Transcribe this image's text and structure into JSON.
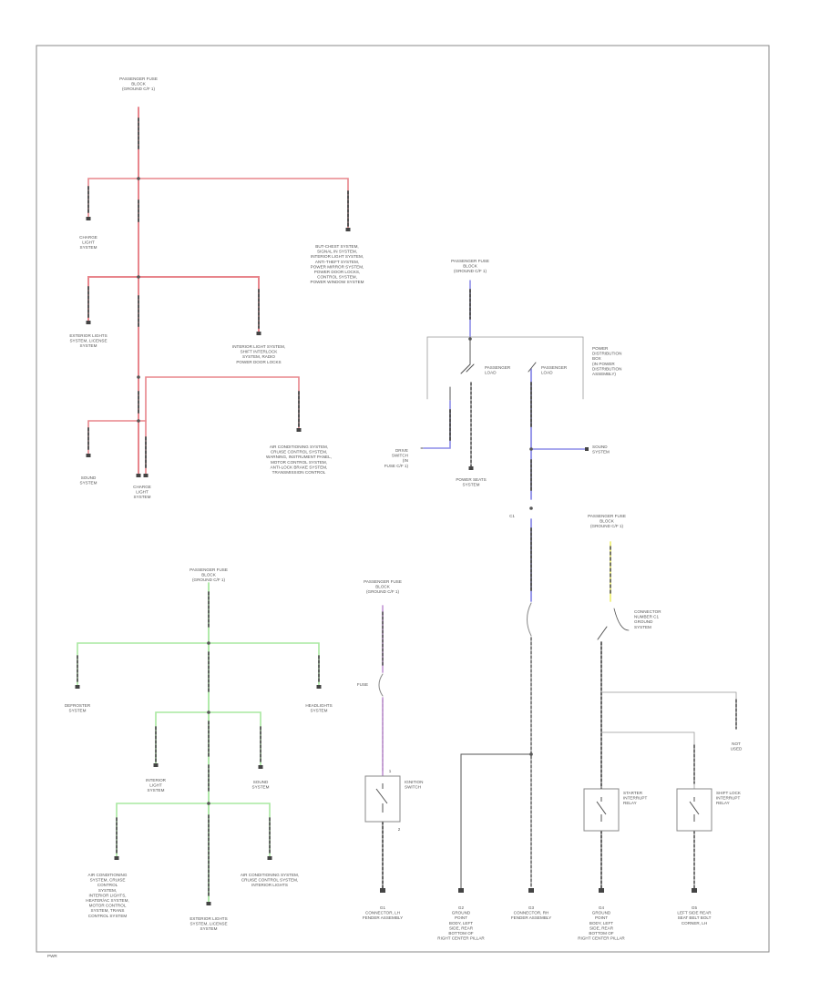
{
  "colors": {
    "frame": "#8a8a8a",
    "ground": "#444444",
    "wire_dark": "#555555",
    "splice_line": "#999999",
    "red_wire": "#e8858c",
    "green_wire": "#a8e8a0",
    "blue_wire": "#8c8ce8",
    "yellow_wire": "#f0f07a",
    "purple_wire": "#c8a0d8"
  },
  "labels": {
    "red_source": [
      "PASSENGER FUSE",
      "BLOCK",
      "(GROUND C/F 1)"
    ],
    "red_left1": [
      "CHARGE",
      "LIGHT",
      "SYSTEM"
    ],
    "red_right1": [
      "BUT-CHEST SYSTEM,",
      "SIGNAL IN SYSTEM,",
      "INTERIOR LIGHT SYSTEM,",
      "ANTI-THEFT SYSTEM,",
      "POWER MIRROR SYSTEM,",
      "POWER DOOR LOCKS,",
      "CONTROL SYSTEM,",
      "POWER WINDOW SYSTEM"
    ],
    "red_left2": [
      "EXTERIOR LIGHTS",
      "SYSTEM, LICENSE",
      "SYSTEM"
    ],
    "red_right2": [
      "INTERIOR LIGHT SYSTEM,",
      "SHIFT INTERLOCK",
      "SYSTEM, RADIO",
      "POWER DOOR LOCKS"
    ],
    "red_left3": [
      "SOUND",
      "SYSTEM"
    ],
    "red_center3": [
      "CHARGE",
      "LIGHT",
      "SYSTEM"
    ],
    "red_right3": [
      "AIR CONDITIONING SYSTEM,",
      "CRUISE CONTROL SYSTEM,",
      "WARNING, INSTRUMENT PANEL,",
      "MOTOR CONTROL SYSTEM,",
      "ANTI-LOCK BRAKE SYSTEM,",
      "TRANSMISSION CONTROL"
    ],
    "blue_source": [
      "PASSENGER FUSE",
      "BLOCK",
      "(GROUND C/F 1)"
    ],
    "blue_left_sw": [
      "PASSENGER",
      "LOAD"
    ],
    "blue_right_sw": [
      "PASSENGER",
      "LOAD"
    ],
    "blue_right_box": [
      "POWER",
      "DISTRIBUTION",
      "BOX",
      "(IN POWER",
      "DISTRIBUTION",
      "ASSEMBLY)"
    ],
    "blue_left_end": [
      "DRIVE",
      "SWITCH",
      "(IN",
      "FUSE C/F 1)"
    ],
    "blue_power_seat": [
      "POWER SEATS",
      "SYSTEM"
    ],
    "blue_sound": [
      "SOUND",
      "SYSTEM"
    ],
    "blue_connector": "C1",
    "yellow_source": [
      "PASSENGER FUSE",
      "BLOCK",
      "(GROUND C/F 1)"
    ],
    "yellow_note": [
      "CONNECTOR",
      "NUMBER C1",
      "GROUND",
      "SYSTEM"
    ],
    "yellow_not_used": [
      "NOT",
      "USED"
    ],
    "green_source": [
      "PASSENGER FUSE",
      "BLOCK",
      "(GROUND C/F 1)"
    ],
    "green_left1": [
      "DEFROSTER",
      "SYSTEM"
    ],
    "green_right1": [
      "HEADLIGHTS",
      "SYSTEM"
    ],
    "green_mid_left": [
      "INTERIOR",
      "LIGHT",
      "SYSTEM"
    ],
    "green_mid_right": [
      "SOUND",
      "SYSTEM"
    ],
    "green_bottom_left": [
      "AIR CONDITIONING",
      "SYSTEM, CRUISE",
      "CONTROL",
      "SYSTEM,",
      "INTERIOR LIGHTS,",
      "HEATER/AC SYSTEM,",
      "MOTOR CONTROL",
      "SYSTEM, TRANS",
      "CONTROL SYSTEM"
    ],
    "green_bottom_center": [
      "EXTERIOR LIGHTS",
      "SYSTEM, LICENSE",
      "SYSTEM"
    ],
    "green_bottom_right": [
      "AIR CONDITIONING SYSTEM,",
      "CRUISE CONTROL SYSTEM,",
      "INTERIOR LIGHTS"
    ],
    "purple_source": [
      "PASSENGER FUSE",
      "BLOCK",
      "(GROUND C/F 1)"
    ],
    "purple_switch": [
      "IGNITION",
      "SWITCH"
    ],
    "purple_fuse": "FUSE",
    "purple_pin1": "1",
    "purple_pin2": "2",
    "sw_yellow1": [
      "STARTER",
      "INTERRUPT",
      "RELAY"
    ],
    "sw_yellow2": [
      "SHIFT LOCK",
      "INTERRUPT",
      "RELAY"
    ],
    "gnd1": [
      "G1",
      "CONNECTOR, LH",
      "FENDER ASSEMBLY"
    ],
    "gnd2": [
      "G2",
      "GROUND",
      "POINT",
      "BODY, LEFT",
      "SIDE, REAR",
      "BOTTOM OF",
      "RIGHT CENTER PILLAR"
    ],
    "gnd3": [
      "G3",
      "CONNECTOR, RH",
      "FENDER ASSEMBLY"
    ],
    "gnd4": [
      "G4",
      "GROUND",
      "POINT",
      "BODY, LEFT",
      "SIDE, REAR",
      "BOTTOM OF",
      "RIGHT CENTER PILLAR"
    ],
    "gnd5": [
      "G5",
      "LEFT SIDE REAR",
      "SEAT BELT BOLT",
      "CORNER, LH"
    ],
    "footer": "PWR"
  }
}
